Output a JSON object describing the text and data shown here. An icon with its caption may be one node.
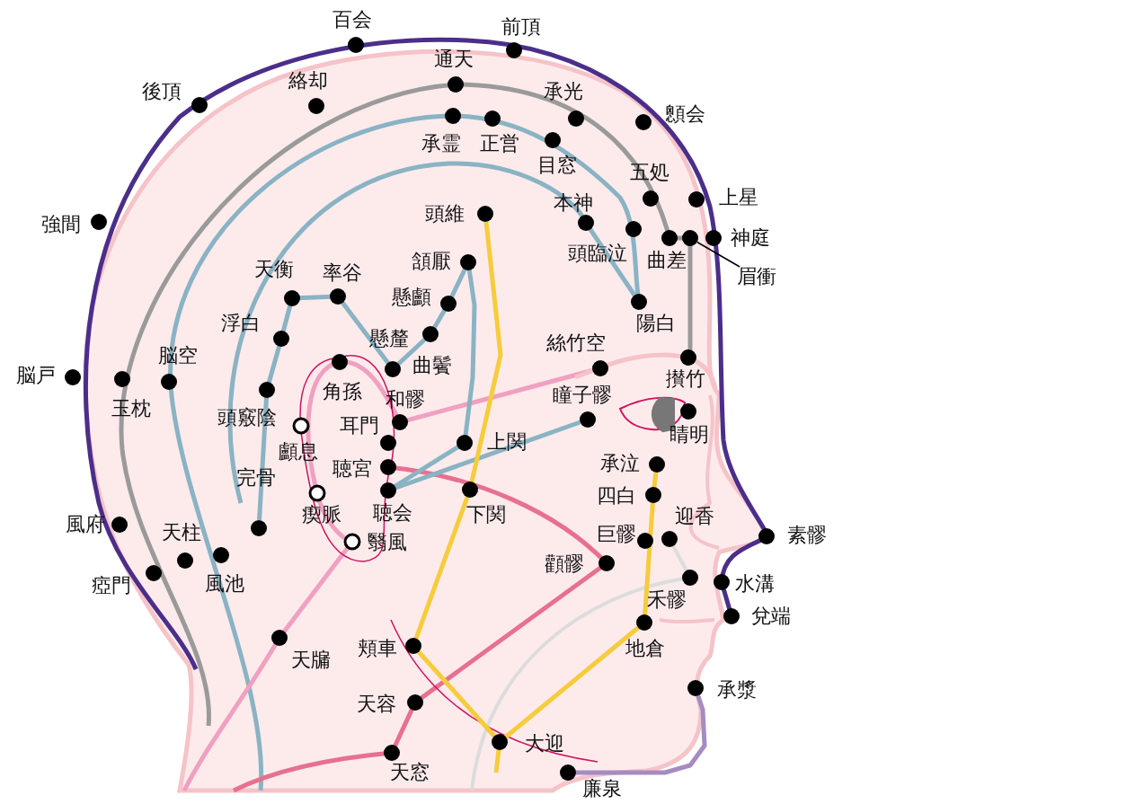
{
  "diagram": {
    "nodes": [
      {
        "text": [
          "眉衝"
        ]
      },
      {
        "text": [],
        "shape": "circle"
      },
      {
        "text": [],
        "shape": "circle"
      },
      {
        "text": [],
        "shape": "circle"
      },
      {
        "text": [],
        "shape": "circle"
      },
      {
        "text": [],
        "shape": "circle"
      },
      {
        "text": [],
        "shape": "circle"
      },
      {
        "text": [],
        "shape": "circle"
      }
    ],
    "edges": [
      {
        "from": 0,
        "to": 6,
        "arrow": "none"
      },
      {
        "from": 1,
        "to": 4,
        "arrow": "none",
        "color": "#8ab3c4"
      },
      {
        "from": 2,
        "to": 5,
        "arrow": "none",
        "color": "#f6cc3c"
      },
      {
        "from": 7,
        "to": 3,
        "arrow": "none",
        "color": "#a58cc0"
      }
    ],
    "labels": [
      "百会",
      "前頂",
      "通天",
      "絡却",
      "後頂",
      "承光",
      "顖会",
      "承霊",
      "正営",
      "目窓",
      "五処",
      "上星",
      "強間",
      "本神",
      "頭維",
      "頭臨泣",
      "曲差",
      "神庭",
      "天衡",
      "率谷",
      "頷厭",
      "懸顱",
      "浮白",
      "陽白",
      "懸釐",
      "絲竹空",
      "脳空",
      "曲鬢",
      "角孫",
      "脳戸",
      "玉枕",
      "攅竹",
      "和髎",
      "瞳子髎",
      "頭竅陰",
      "睛明",
      "耳門",
      "顱息",
      "上関",
      "聴宮",
      "承泣",
      "完骨",
      "瘈脈",
      "聴会",
      "下関",
      "四白",
      "迎香",
      "風府",
      "巨髎",
      "翳風",
      "天柱",
      "素髎",
      "顴髎",
      "瘂門",
      "風池",
      "水溝",
      "禾髎",
      "兌端",
      "天牖",
      "頬車",
      "地倉",
      "承漿",
      "天容",
      "大迎",
      "天窓",
      "廉泉"
    ]
  }
}
